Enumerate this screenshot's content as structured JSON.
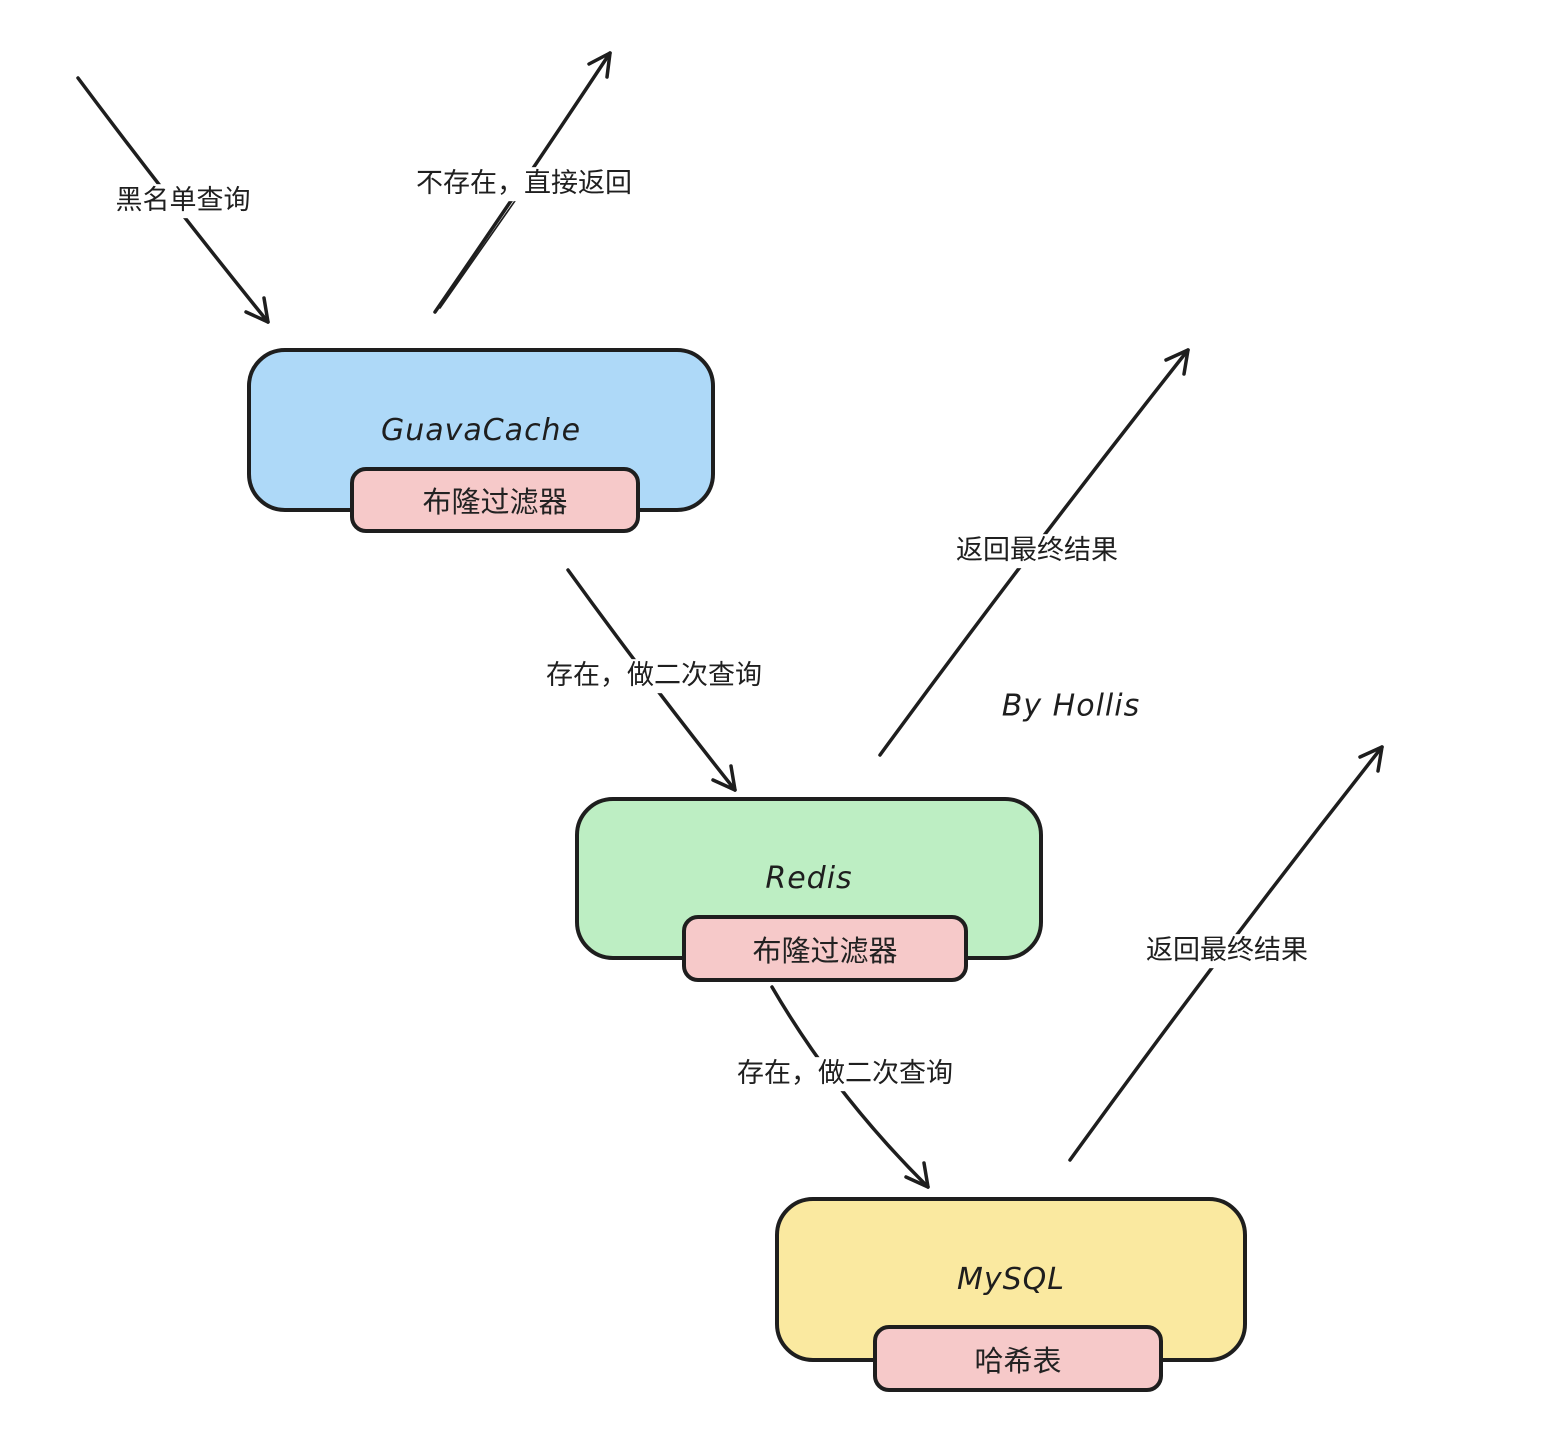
{
  "nodes": {
    "guava": {
      "title": "GuavaCache",
      "sublabel": "布隆过滤器",
      "fill": "#aed9f8"
    },
    "redis": {
      "title": "Redis",
      "sublabel": "布隆过滤器",
      "fill": "#bdeec3"
    },
    "mysql": {
      "title": "MySQL",
      "sublabel": "哈希表",
      "fill": "#fae9a0"
    }
  },
  "edge_labels": {
    "blacklist_query": "黑名单查询",
    "not_exist_direct_return": "不存在，直接返回",
    "exist_secondary_query_to_redis": "存在，做二次查询",
    "return_final_result_from_redis": "返回最终结果",
    "exist_secondary_query_to_mysql": "存在，做二次查询",
    "return_final_result_from_mysql": "返回最终结果"
  },
  "credit": "By Hollis",
  "colors": {
    "stroke": "#1e1e1e",
    "sub_fill": "#f6c9c9",
    "background": "#ffffff"
  }
}
